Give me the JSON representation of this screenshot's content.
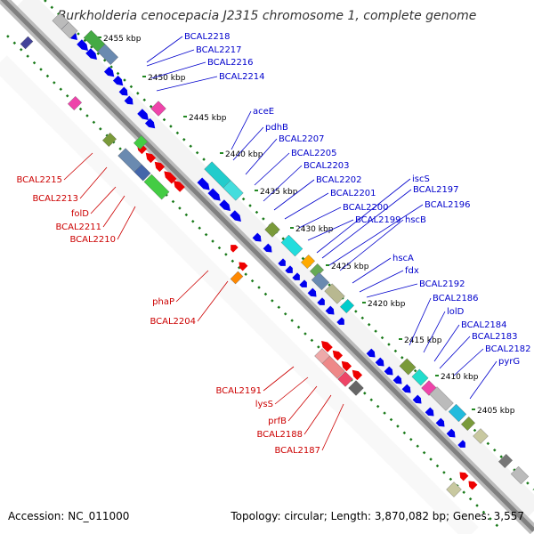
{
  "title": "Burkholderia cenocepacia J2315 chromosome 1, complete genome",
  "footer": {
    "accession": "Accession: NC_011000",
    "summary": "Topology: circular; Length: 3,870,082 bp; Genes: 3,557"
  },
  "colors": {
    "backbone": "#808080",
    "forward_labels": "#0000cc",
    "reverse_labels": "#cc0000",
    "forward_genes": "#0000ee",
    "reverse_genes": "#ee0000",
    "ticks": "#228822",
    "cog_dots": "#1a7a1a"
  },
  "ruler_ticks": [
    "2455 kbp",
    "2450 kbp",
    "2445 kbp",
    "2440 kbp",
    "2435 kbp",
    "2430 kbp",
    "2425 kbp",
    "2420 kbp",
    "2415 kbp",
    "2410 kbp",
    "2405 kbp"
  ],
  "forward_gene_labels": [
    "BCAL2218",
    "BCAL2217",
    "BCAL2216",
    "BCAL2214",
    "aceE",
    "pdhB",
    "BCAL2207",
    "BCAL2205",
    "BCAL2203",
    "BCAL2202",
    "BCAL2201",
    "BCAL2200",
    "BCAL2199",
    "iscS",
    "BCAL2197",
    "BCAL2196",
    "hscB",
    "hscA",
    "fdx",
    "BCAL2192",
    "BCAL2186",
    "lolD",
    "BCAL2184",
    "BCAL2183",
    "BCAL2182",
    "pyrG"
  ],
  "reverse_gene_labels": [
    "BCAL2215",
    "BCAL2213",
    "folD",
    "BCAL2211",
    "BCAL2210",
    "phaP",
    "BCAL2204",
    "BCAL2191",
    "lysS",
    "prfB",
    "BCAL2188",
    "BCAL2187"
  ]
}
